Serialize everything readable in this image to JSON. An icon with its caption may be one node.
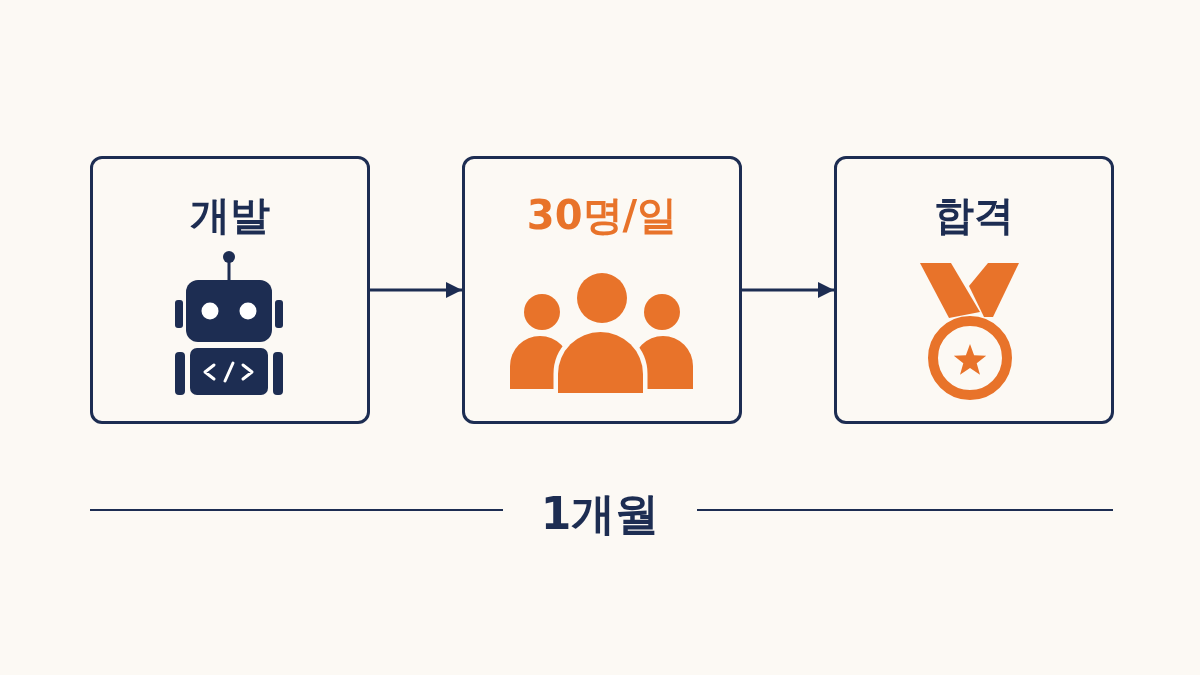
{
  "diagram": {
    "nodes": [
      {
        "text": [
          "개발"
        ]
      },
      {
        "text": [
          "30명/일"
        ]
      },
      {
        "text": [
          "합격"
        ]
      }
    ],
    "edges": [
      {
        "from": 0,
        "to": 1,
        "arrow": "to"
      },
      {
        "from": 1,
        "to": 2,
        "arrow": "to"
      }
    ],
    "labels": [
      "1개월"
    ]
  }
}
